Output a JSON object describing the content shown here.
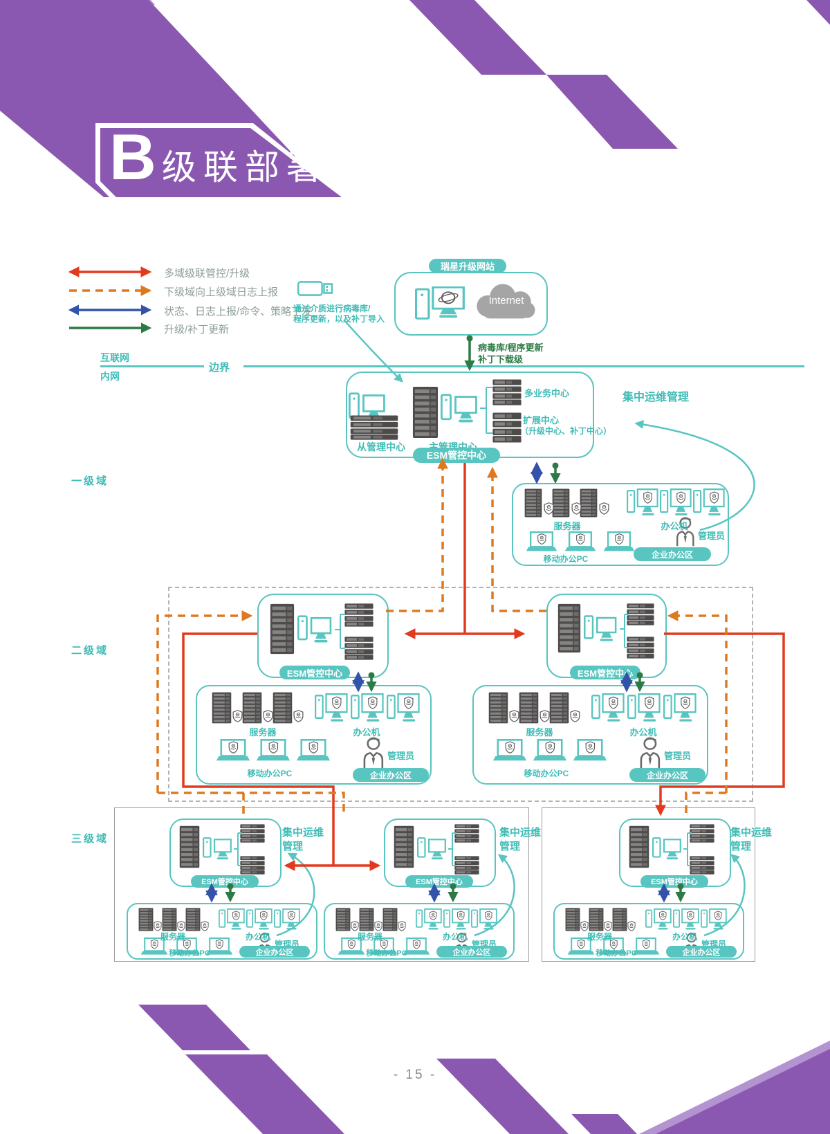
{
  "banner": {
    "letter": "B",
    "title": "级联部署"
  },
  "legend": [
    {
      "label": "多域级联管控/升级",
      "color": "#e23a1e",
      "style": "solid-double"
    },
    {
      "label": "下级域向上级域日志上报",
      "color": "#df7920",
      "style": "dashed-single"
    },
    {
      "label": "状态、日志上报/命令、策略下发",
      "color": "#3353a8",
      "style": "solid-double"
    },
    {
      "label": "升级/补丁更新",
      "color": "#2c7a45",
      "style": "solid-single"
    }
  ],
  "media_note": {
    "line1": "通过介质进行病毒库/",
    "line2": "程序更新，以及补丁导入"
  },
  "network": {
    "internet": "互联网",
    "intranet": "内网",
    "boundary": "边界"
  },
  "cloud": {
    "pill": "瑞星升级网站",
    "cloud_text": "Internet"
  },
  "update_path": {
    "line1": "病毒库/程序更新",
    "line2": "补丁下载级"
  },
  "domains": {
    "l1": "一级域",
    "l2": "二级域",
    "l3": "三级域"
  },
  "esm": {
    "pill": "ESM管控中心",
    "slave": "从管理中心",
    "master": "主管理中心",
    "multi": "多业务中心",
    "exp": "扩展中心",
    "exp_sub": "（升级中心、补丁中心）"
  },
  "ops": {
    "l1": "集中运维管理",
    "l3a": "集中运维",
    "l3b": "管理"
  },
  "office": {
    "pill": "企业办公区",
    "servers": "服务器",
    "pcs": "办公机",
    "mobile": "移动办公PC",
    "admin": "管理员"
  },
  "footer": {
    "page": "- 15 -"
  },
  "colors": {
    "purple": "#8b58b1",
    "teal": "#58c5c0",
    "red": "#e23a1e",
    "orange": "#df7920",
    "blue": "#3353a8",
    "green": "#2c7a45"
  }
}
